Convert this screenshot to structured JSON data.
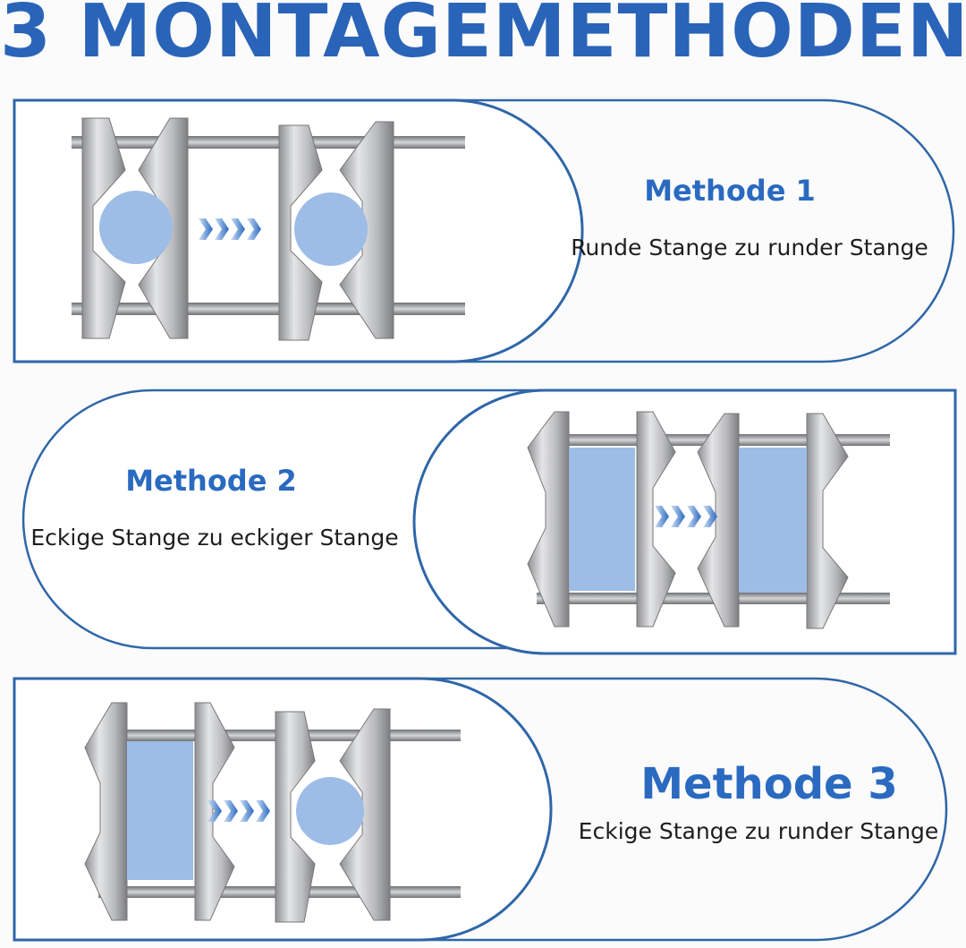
{
  "title": "3 MONTAGEMETHODEN",
  "methods": [
    {
      "name": "Methode 1",
      "description": "Runde Stange zu runder Stange"
    },
    {
      "name": "Methode 2",
      "description": "Eckige Stange zu eckiger Stange"
    },
    {
      "name": "Methode 3",
      "description": "Eckige Stange zu runder Stange"
    }
  ],
  "colors": {
    "accent": "#2a64b8",
    "pole_fill": "#9dbde6",
    "steel": "#c8c9cb"
  }
}
